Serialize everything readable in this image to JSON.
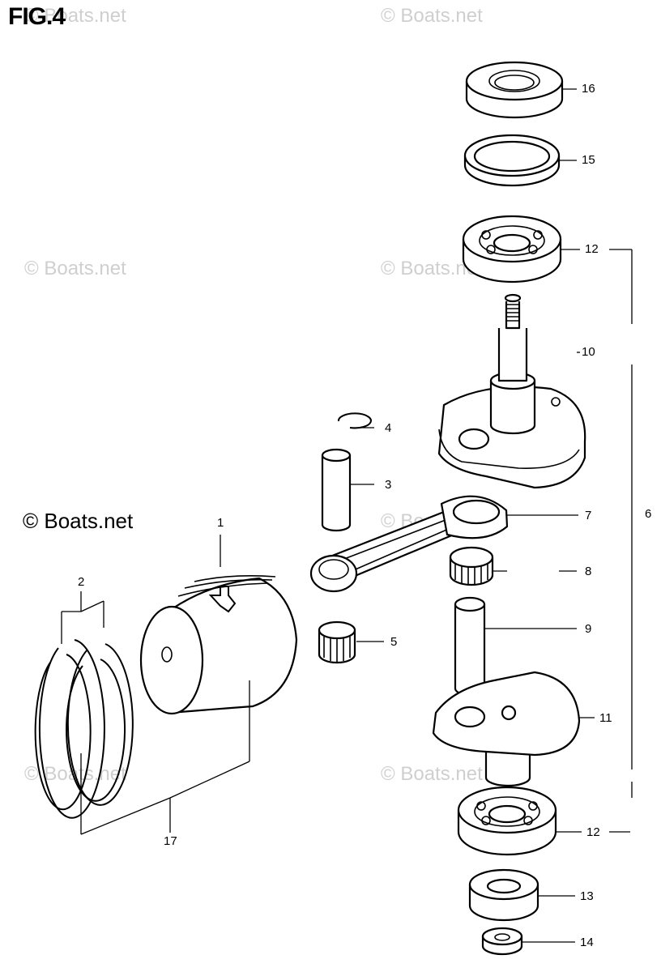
{
  "figure_label": "FIG.4",
  "brand": "© Boats.net",
  "watermarks": [
    "© Boats.net",
    "© Boats.net",
    "© Boats.net",
    "© Boats.net",
    "© Boats.net",
    "© Boats.net",
    "© Boats.net",
    "© Boats.net"
  ],
  "callouts": {
    "c1": "1",
    "c2": "2",
    "c3": "3",
    "c4": "4",
    "c5": "5",
    "c6": "6",
    "c7": "7",
    "c8": "8",
    "c9": "9",
    "c10": "10",
    "c11": "11",
    "c12a": "12",
    "c12b": "12",
    "c13": "13",
    "c14": "14",
    "c15": "15",
    "c16": "16",
    "c17": "17"
  },
  "parts": [
    "oil-seal",
    "o-ring",
    "ball-bearing",
    "crankshaft-upper",
    "piston-pin-circlip",
    "piston-pin",
    "piston",
    "piston-ring-set",
    "pin-needle-bearing",
    "connecting-rod",
    "crank-needle-bearing",
    "crank-pin",
    "crankshaft-lower",
    "ball-bearing",
    "oil-seal",
    "nut"
  ]
}
